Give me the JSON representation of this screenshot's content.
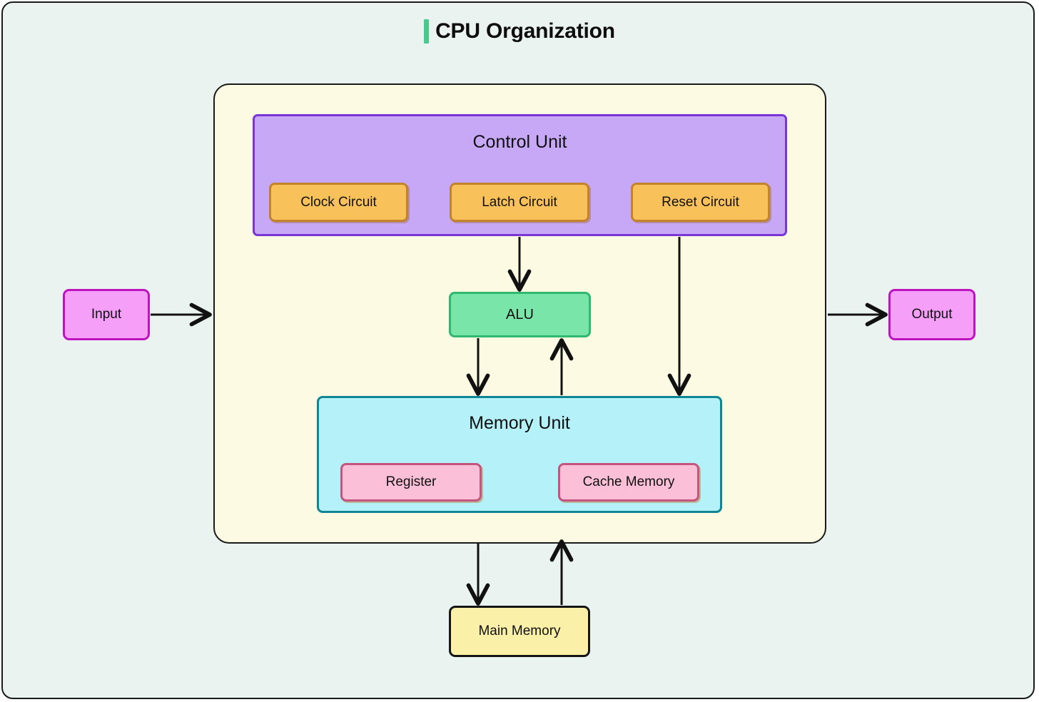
{
  "page": {
    "title": "CPU Organization",
    "title_accent_color": "#4cc78f",
    "background_color": "#eaf3f0",
    "border_color": "#1a1a1a"
  },
  "diagram": {
    "type": "block-diagram",
    "cpu_container": {
      "name": "CPU",
      "fill": "#fcfae3",
      "stroke": "#1a1a1a"
    },
    "control_unit": {
      "label": "Control Unit",
      "fill": "#c6a8f7",
      "stroke": "#7b34d6",
      "children": [
        {
          "label": "Clock Circuit",
          "fill": "#f9c15a",
          "stroke": "#c3832a"
        },
        {
          "label": "Latch Circuit",
          "fill": "#f9c15a",
          "stroke": "#c3832a"
        },
        {
          "label": "Reset Circuit",
          "fill": "#f9c15a",
          "stroke": "#c3832a"
        }
      ]
    },
    "alu": {
      "label": "ALU",
      "fill": "#79e5a8",
      "stroke": "#2fb86e"
    },
    "memory_unit": {
      "label": "Memory Unit",
      "fill": "#b5f1f9",
      "stroke": "#0f8693",
      "children": [
        {
          "label": "Register",
          "fill": "#fbc0d8",
          "stroke": "#c4557d"
        },
        {
          "label": "Cache Memory",
          "fill": "#fbc0d8",
          "stroke": "#c4557d"
        }
      ]
    },
    "input": {
      "label": "Input",
      "fill": "#f59ff8",
      "stroke": "#bd14c0"
    },
    "output": {
      "label": "Output",
      "fill": "#f59ff8",
      "stroke": "#bd14c0"
    },
    "main_memory": {
      "label": "Main Memory",
      "fill": "#fbf0a8",
      "stroke": "#151515"
    },
    "connections": [
      {
        "from": "Input",
        "to": "CPU",
        "direction": "right"
      },
      {
        "from": "CPU",
        "to": "Output",
        "direction": "right"
      },
      {
        "from": "Latch Circuit",
        "to": "ALU",
        "direction": "down"
      },
      {
        "from": "Reset Circuit",
        "to": "Memory Unit",
        "direction": "down"
      },
      {
        "from": "ALU",
        "to": "Memory Unit",
        "direction": "down"
      },
      {
        "from": "Memory Unit",
        "to": "ALU",
        "direction": "up"
      },
      {
        "from": "Memory Unit",
        "to": "Main Memory",
        "direction": "down"
      },
      {
        "from": "Main Memory",
        "to": "Memory Unit",
        "direction": "up"
      }
    ]
  }
}
